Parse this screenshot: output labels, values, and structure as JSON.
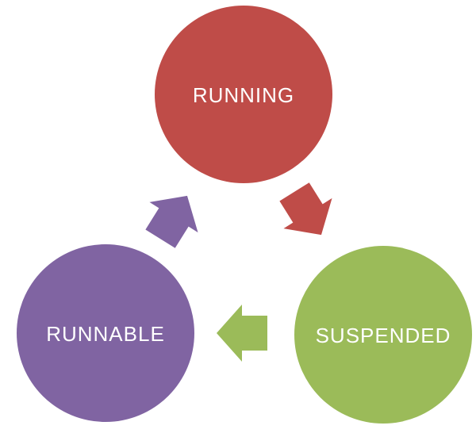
{
  "diagram": {
    "type": "cycle",
    "background_color": "#ffffff",
    "label_color": "#ffffff",
    "nodes": [
      {
        "id": "running",
        "label": "RUNNING",
        "color": "#bf4c48"
      },
      {
        "id": "suspended",
        "label": "SUSPENDED",
        "color": "#9bbb59"
      },
      {
        "id": "runnable",
        "label": "RUNNABLE",
        "color": "#8064a2"
      }
    ],
    "arrows": [
      {
        "id": "running-to-suspended",
        "from": "RUNNING",
        "to": "SUSPENDED",
        "color": "#bf4c48",
        "direction": "down-right"
      },
      {
        "id": "suspended-to-runnable",
        "from": "SUSPENDED",
        "to": "RUNNABLE",
        "color": "#9bbb59",
        "direction": "left"
      },
      {
        "id": "runnable-to-running",
        "from": "RUNNABLE",
        "to": "RUNNING",
        "color": "#8064a2",
        "direction": "up-right"
      }
    ]
  }
}
